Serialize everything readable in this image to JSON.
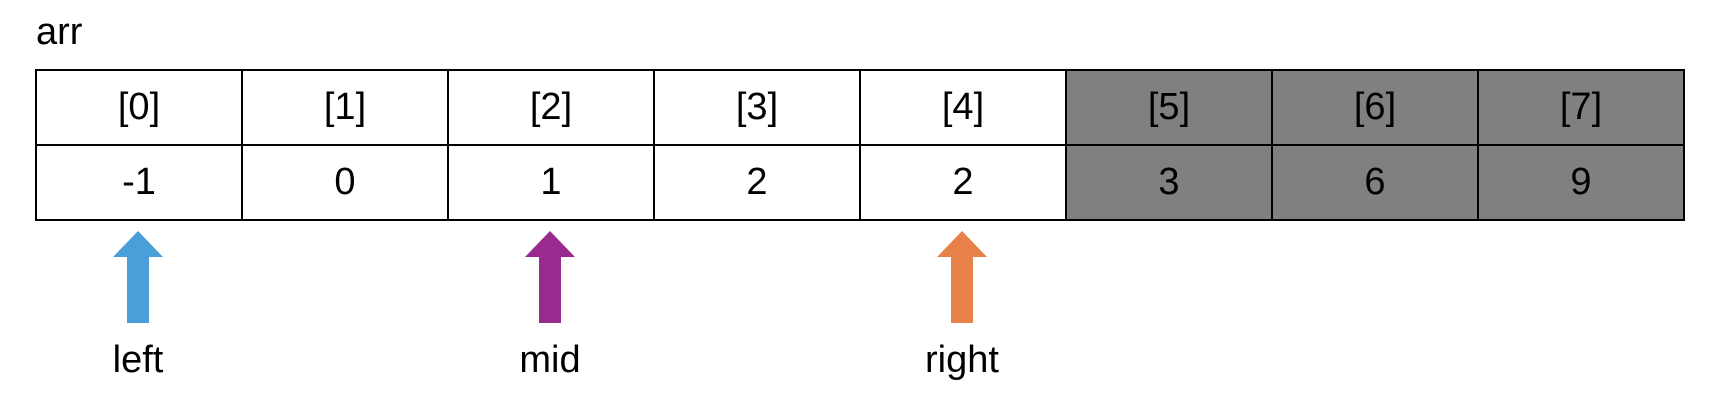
{
  "array": {
    "name": "arr",
    "indices": [
      "[0]",
      "[1]",
      "[2]",
      "[3]",
      "[4]",
      "[5]",
      "[6]",
      "[7]"
    ],
    "values": [
      "-1",
      "0",
      "1",
      "2",
      "2",
      "3",
      "6",
      "9"
    ],
    "shaded_from_index": 5,
    "shade_color": "#808080"
  },
  "pointers": [
    {
      "label": "left",
      "index": 0,
      "color": "#4a9fd8"
    },
    {
      "label": "mid",
      "index": 2,
      "color": "#9b2a8e"
    },
    {
      "label": "right",
      "index": 4,
      "color": "#e8804a"
    }
  ]
}
